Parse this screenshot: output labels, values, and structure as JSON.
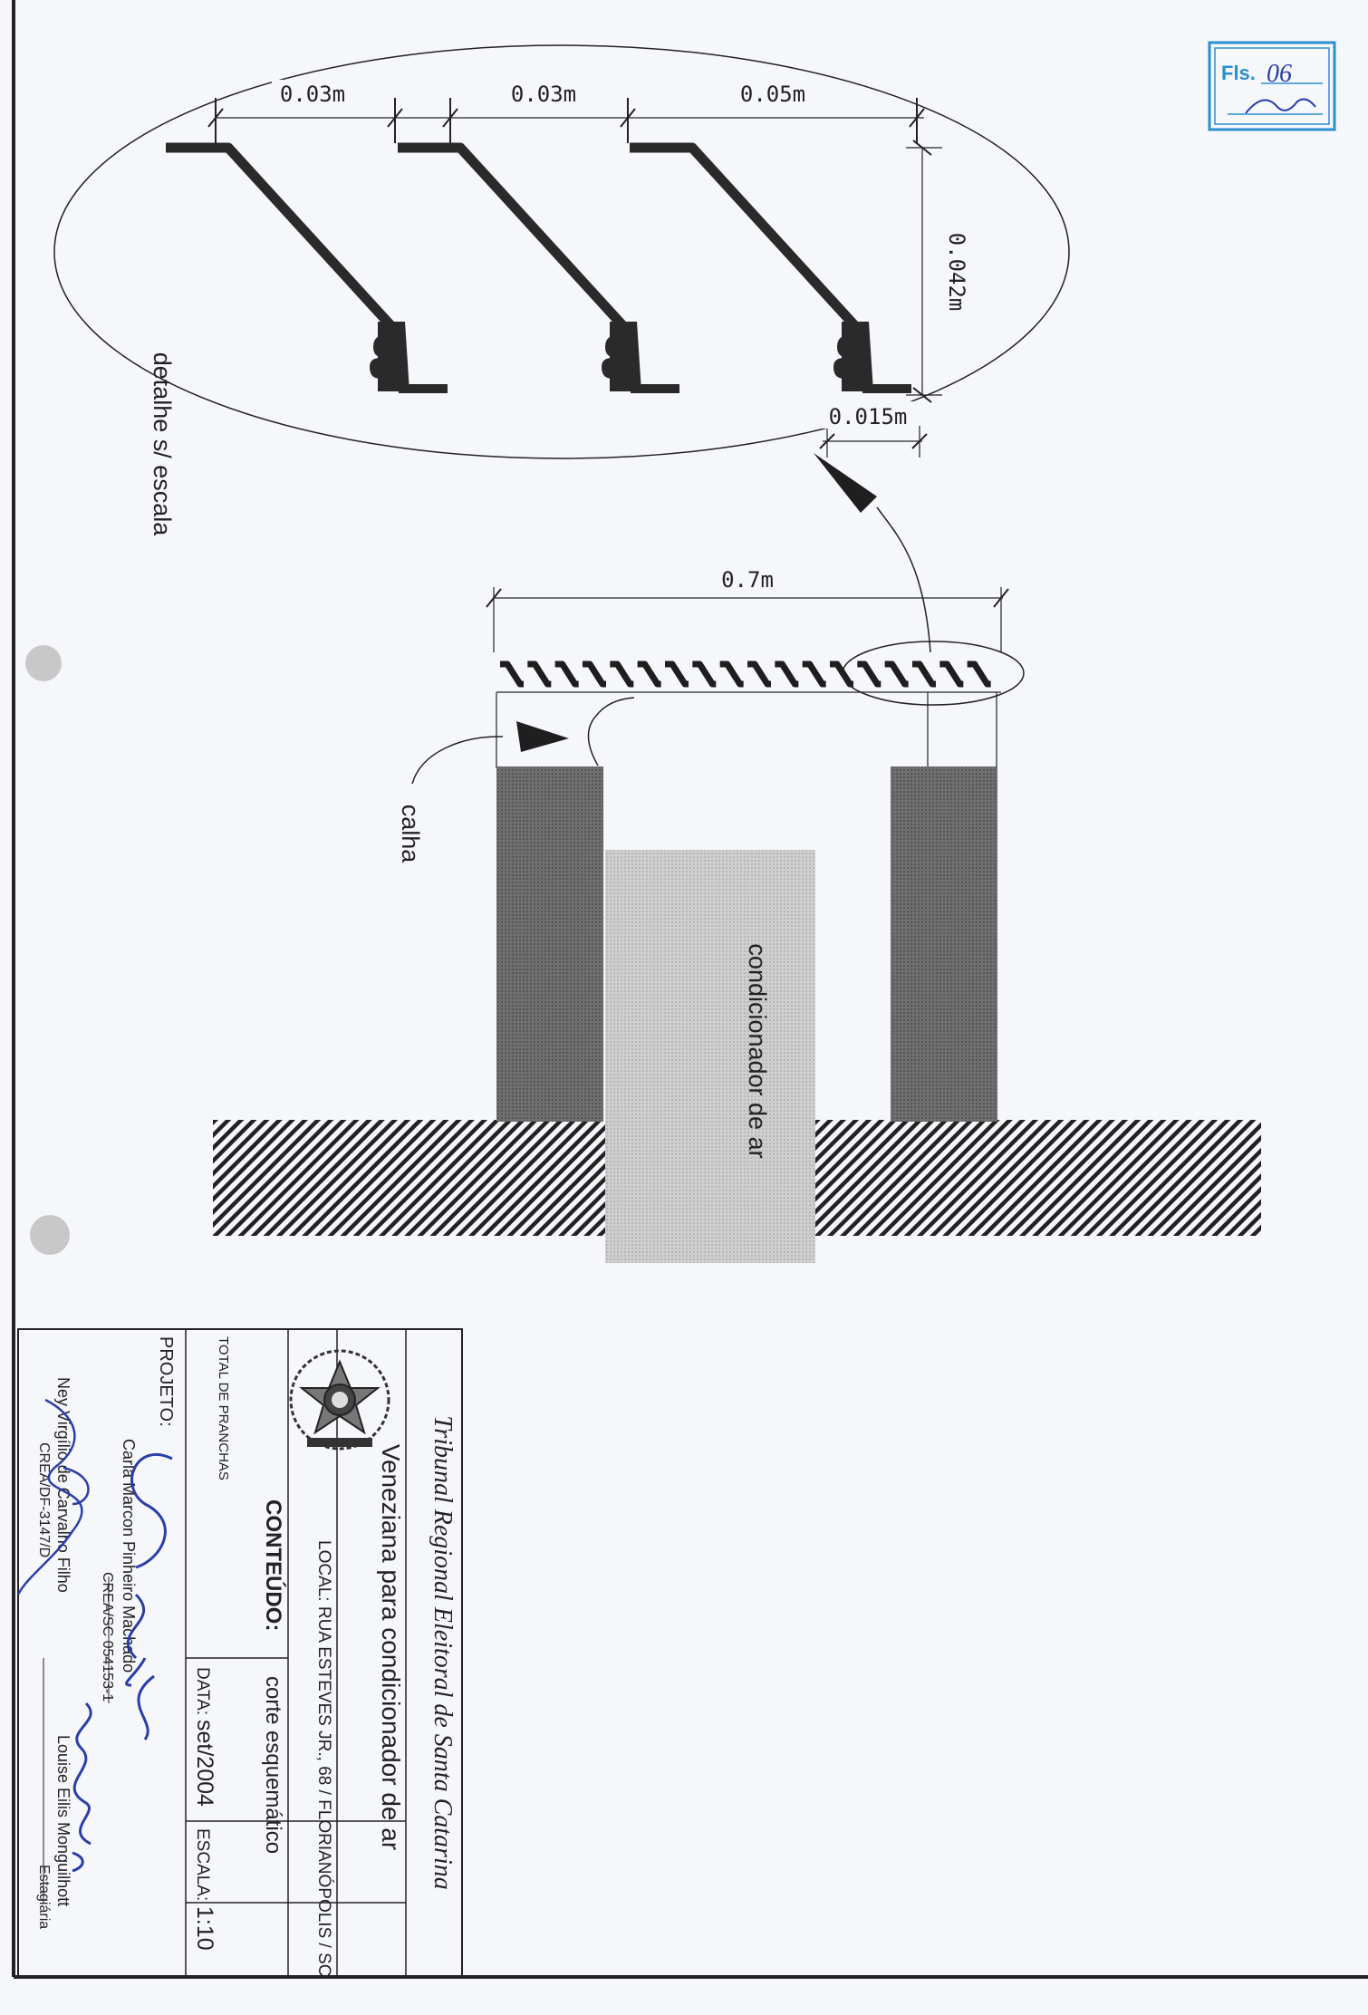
{
  "drawing": {
    "detail_dims": {
      "gap1": "0.03m",
      "gap2": "0.03m",
      "gap3": "0.05m",
      "height": "0.042m",
      "base": "0.015m"
    },
    "width_dim": "0.7m",
    "detail_note": "detalhe s/ escala",
    "gutter_label": "calha",
    "unit_label": "condicionador de ar"
  },
  "stamp": {
    "label": "Fls.",
    "number": "06"
  },
  "title_block": {
    "court": "Tribunal Regional Eleitoral de Santa Catarina",
    "title": "Veneziana para condicionador de ar",
    "local": "LOCAL: RUA ESTEVES JR., 68 / FLORIANÓPOLIS / SC",
    "content_label": "CONTEÚDO:",
    "content_value": "corte esquemático",
    "total_label": "TOTAL DE PRANCHAS",
    "date_label": "DATA:",
    "date_value": "set/2004",
    "scale_label": "ESCALA:",
    "scale_value": "1:10",
    "project_label": "PROJETO:",
    "designer1_name": "Carla Marcon Pinheiro Machado",
    "designer1_reg": "CREA/SC 054153-1",
    "designer2_name": "Ney Virgílio de Carvalho Filho",
    "designer2_reg": "CREA/DF-3147/D",
    "designer3_name": "Louise Eilis Monguilhott",
    "designer3_role": "Estagiária"
  },
  "colors": {
    "ink": "#222222",
    "wall": "#6a6a6a",
    "unit": "#c4c4c4",
    "stamp": "#2a8fd0",
    "signature": "#2b3ea8",
    "paper": "#f6f7fb"
  }
}
